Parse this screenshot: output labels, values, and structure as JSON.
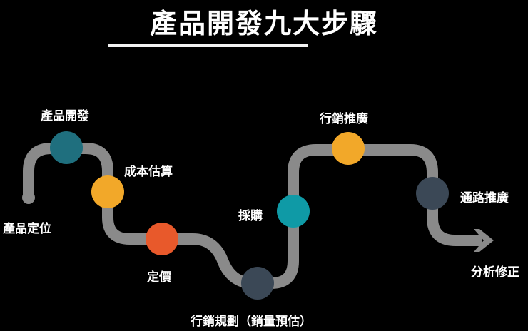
{
  "title": "產品開發九大步驟",
  "colors": {
    "background": "#000000",
    "path": "#8a8a8a",
    "teal": "#1f6f7e",
    "amber": "#f2a829",
    "red_orange": "#e8592b",
    "slate": "#3b4856",
    "cyan": "#0f9aa6"
  },
  "steps": [
    {
      "label": "產品定位"
    },
    {
      "label": "產品開發"
    },
    {
      "label": "成本估算"
    },
    {
      "label": "定價"
    },
    {
      "label": "行銷規劃（銷量預估）"
    },
    {
      "label": "採購"
    },
    {
      "label": "行銷推廣"
    },
    {
      "label": "通路推廣"
    },
    {
      "label": "分析修正"
    }
  ]
}
